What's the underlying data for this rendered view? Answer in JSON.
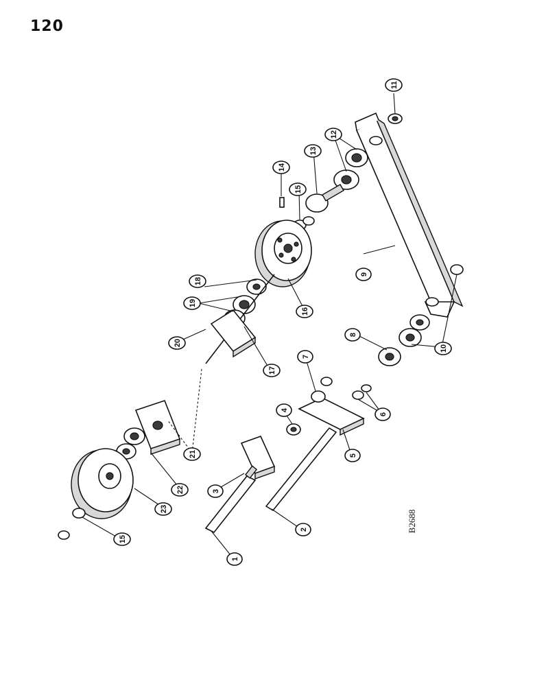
{
  "page": {
    "number": "120",
    "figure_code": "B2688"
  },
  "callouts": [
    {
      "id": "c1",
      "label": "1",
      "part": "shaft"
    },
    {
      "id": "c2",
      "label": "2",
      "part": "shaft"
    },
    {
      "id": "c3",
      "label": "3",
      "part": "bracket"
    },
    {
      "id": "c4",
      "label": "4",
      "part": "bushing"
    },
    {
      "id": "c5",
      "label": "5",
      "part": "arm"
    },
    {
      "id": "c6",
      "label": "6",
      "part": "bushing"
    },
    {
      "id": "c7",
      "label": "7",
      "part": "washer"
    },
    {
      "id": "c8",
      "label": "8",
      "part": "flange"
    },
    {
      "id": "c9",
      "label": "9",
      "part": "channel-frame"
    },
    {
      "id": "c10",
      "label": "10",
      "part": "bearing"
    },
    {
      "id": "c11",
      "label": "11",
      "part": "nut"
    },
    {
      "id": "c12",
      "label": "12",
      "part": "bearing"
    },
    {
      "id": "c13",
      "label": "13",
      "part": "hub"
    },
    {
      "id": "c14",
      "label": "14",
      "part": "key"
    },
    {
      "id": "c15a",
      "label": "15",
      "part": "castle-nut"
    },
    {
      "id": "c15b",
      "label": "15",
      "part": "castle-nut"
    },
    {
      "id": "c16",
      "label": "16",
      "part": "pulley"
    },
    {
      "id": "c17",
      "label": "17",
      "part": "bearing"
    },
    {
      "id": "c18",
      "label": "18",
      "part": "spacer"
    },
    {
      "id": "c19",
      "label": "19",
      "part": "bearing"
    },
    {
      "id": "c20",
      "label": "20",
      "part": "shaft"
    },
    {
      "id": "c21",
      "label": "21",
      "part": "bracket"
    },
    {
      "id": "c22",
      "label": "22",
      "part": "bracket"
    },
    {
      "id": "c23",
      "label": "23",
      "part": "pulley"
    }
  ]
}
